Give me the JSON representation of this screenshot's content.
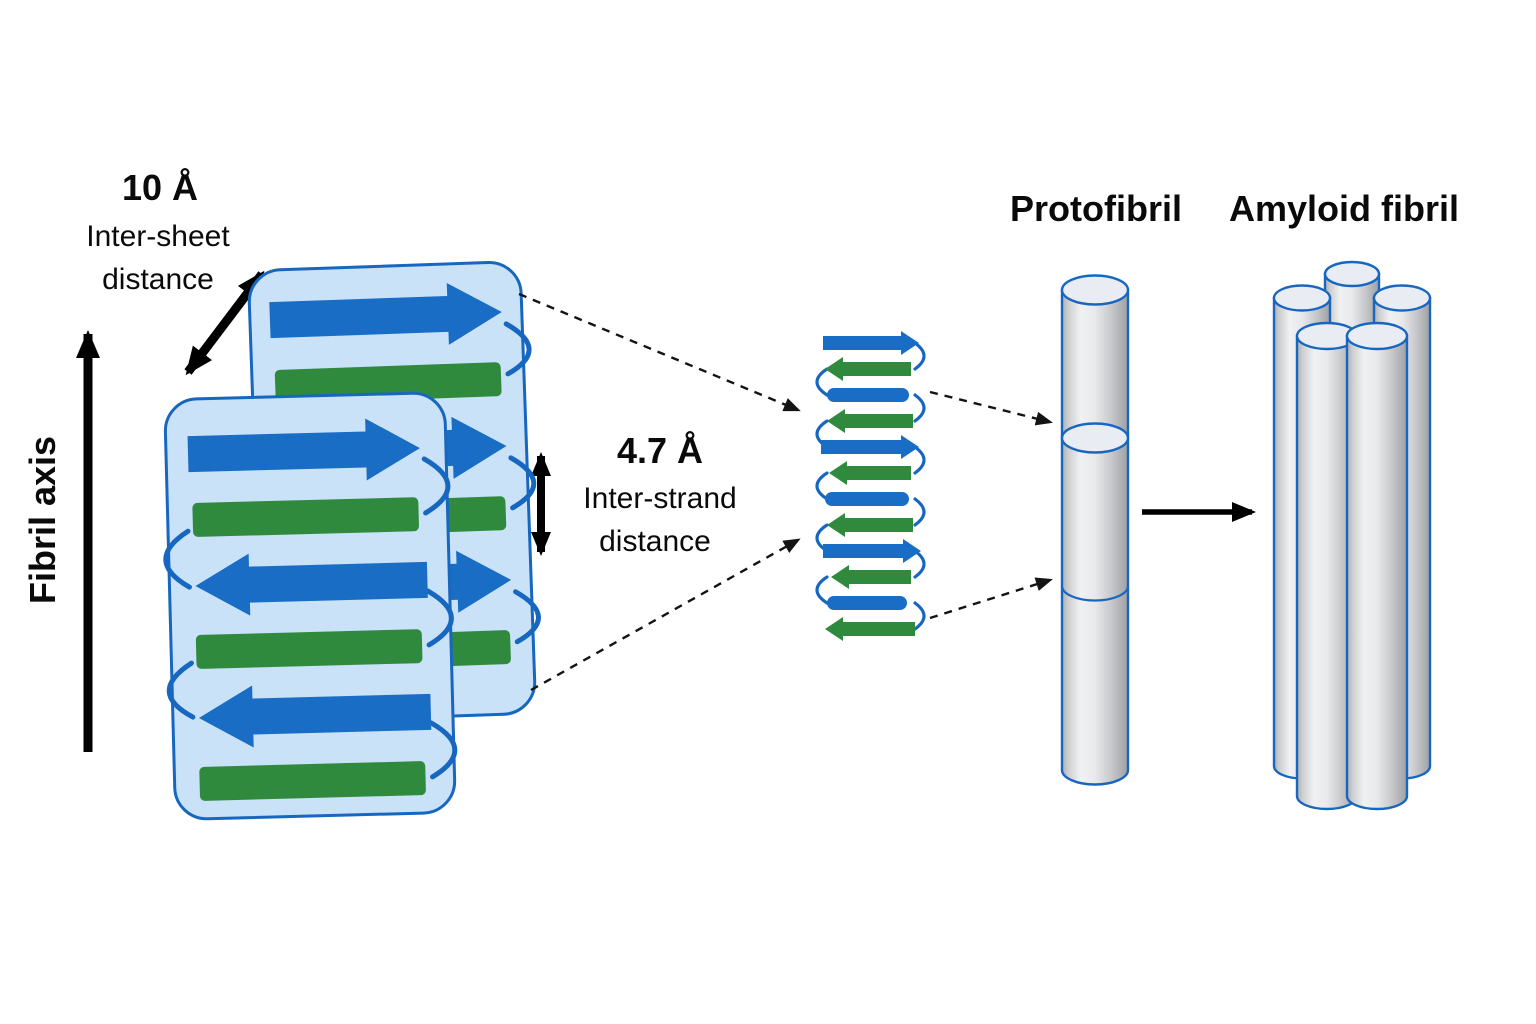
{
  "labels": {
    "inter_sheet_value": "10 Å",
    "inter_sheet_line1": "Inter-sheet",
    "inter_sheet_line2": "distance",
    "fibril_axis": "Fibril axis",
    "inter_strand_value": "4.7 Å",
    "inter_strand_line1": "Inter-strand",
    "inter_strand_line2": "distance",
    "protofibril": "Protofibril",
    "amyloid_fibril": "Amyloid fibril"
  },
  "colors": {
    "strand_blue": "#1a6dc4",
    "strand_green": "#2f8a3e",
    "sheet_fill": "#c9e2f7",
    "outline_blue": "#1767c0",
    "cylinder_gray": "#c6c7ca",
    "text_black": "#0a0a0a"
  }
}
